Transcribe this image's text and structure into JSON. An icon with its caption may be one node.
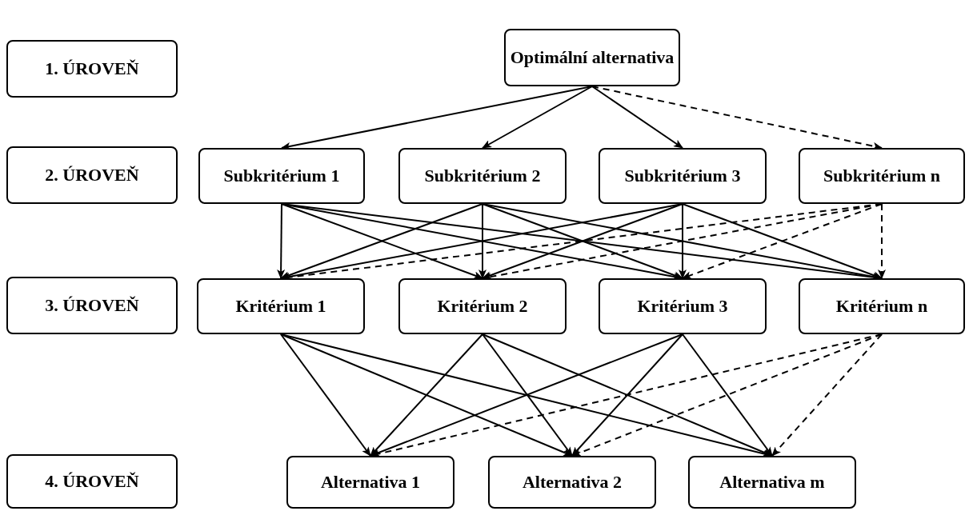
{
  "diagram": {
    "nodes": [
      {
        "text": [
          "1. ÚROVEŇ"
        ]
      },
      {
        "text": [
          "Optimální alternativa"
        ]
      },
      {
        "text": [
          "2. ÚROVEŇ"
        ]
      },
      {
        "text": [
          "Subkritérium 1"
        ]
      },
      {
        "text": [
          "Subkritérium 2"
        ]
      },
      {
        "text": [
          "Subkritérium 3"
        ]
      },
      {
        "text": [
          "Subkritérium n"
        ]
      },
      {
        "text": [
          "3. ÚROVEŇ"
        ]
      },
      {
        "text": [
          "Kritérium 1"
        ]
      },
      {
        "text": [
          "Kritérium 2"
        ]
      },
      {
        "text": [
          "Kritérium 3"
        ]
      },
      {
        "text": [
          "Kritérium n"
        ]
      },
      {
        "text": [
          "4. ÚROVEŇ"
        ]
      },
      {
        "text": [
          "Alternativa 1"
        ]
      },
      {
        "text": [
          "Alternativa 2"
        ]
      },
      {
        "text": [
          "Alternativa m"
        ]
      }
    ],
    "edges": [
      {
        "from": 1,
        "to": 3,
        "arrow": "to"
      },
      {
        "from": 1,
        "to": 4,
        "arrow": "to"
      },
      {
        "from": 1,
        "to": 5,
        "arrow": "to"
      },
      {
        "from": 1,
        "to": 6,
        "arrow": "to",
        "style": "dashed"
      },
      {
        "from": 3,
        "to": 8,
        "arrow": "to"
      },
      {
        "from": 3,
        "to": 9,
        "arrow": "to"
      },
      {
        "from": 3,
        "to": 10,
        "arrow": "to"
      },
      {
        "from": 3,
        "to": 11,
        "arrow": "to"
      },
      {
        "from": 4,
        "to": 8,
        "arrow": "to"
      },
      {
        "from": 4,
        "to": 9,
        "arrow": "to"
      },
      {
        "from": 4,
        "to": 10,
        "arrow": "to"
      },
      {
        "from": 4,
        "to": 11,
        "arrow": "to"
      },
      {
        "from": 5,
        "to": 8,
        "arrow": "to"
      },
      {
        "from": 5,
        "to": 9,
        "arrow": "to"
      },
      {
        "from": 5,
        "to": 10,
        "arrow": "to"
      },
      {
        "from": 5,
        "to": 11,
        "arrow": "to"
      },
      {
        "from": 6,
        "to": 8,
        "arrow": "to",
        "style": "dashed"
      },
      {
        "from": 6,
        "to": 9,
        "arrow": "to",
        "style": "dashed"
      },
      {
        "from": 6,
        "to": 10,
        "arrow": "to",
        "style": "dashed"
      },
      {
        "from": 6,
        "to": 11,
        "arrow": "to",
        "style": "dashed"
      },
      {
        "from": 8,
        "to": 13,
        "arrow": "to"
      },
      {
        "from": 8,
        "to": 14,
        "arrow": "to"
      },
      {
        "from": 8,
        "to": 15,
        "arrow": "to"
      },
      {
        "from": 9,
        "to": 13,
        "arrow": "to"
      },
      {
        "from": 9,
        "to": 14,
        "arrow": "to"
      },
      {
        "from": 9,
        "to": 15,
        "arrow": "to"
      },
      {
        "from": 10,
        "to": 13,
        "arrow": "to"
      },
      {
        "from": 10,
        "to": 14,
        "arrow": "to"
      },
      {
        "from": 10,
        "to": 15,
        "arrow": "to"
      },
      {
        "from": 11,
        "to": 13,
        "arrow": "to",
        "style": "dashed"
      },
      {
        "from": 11,
        "to": 14,
        "arrow": "to",
        "style": "dashed"
      },
      {
        "from": 11,
        "to": 15,
        "arrow": "to",
        "style": "dashed"
      }
    ]
  }
}
